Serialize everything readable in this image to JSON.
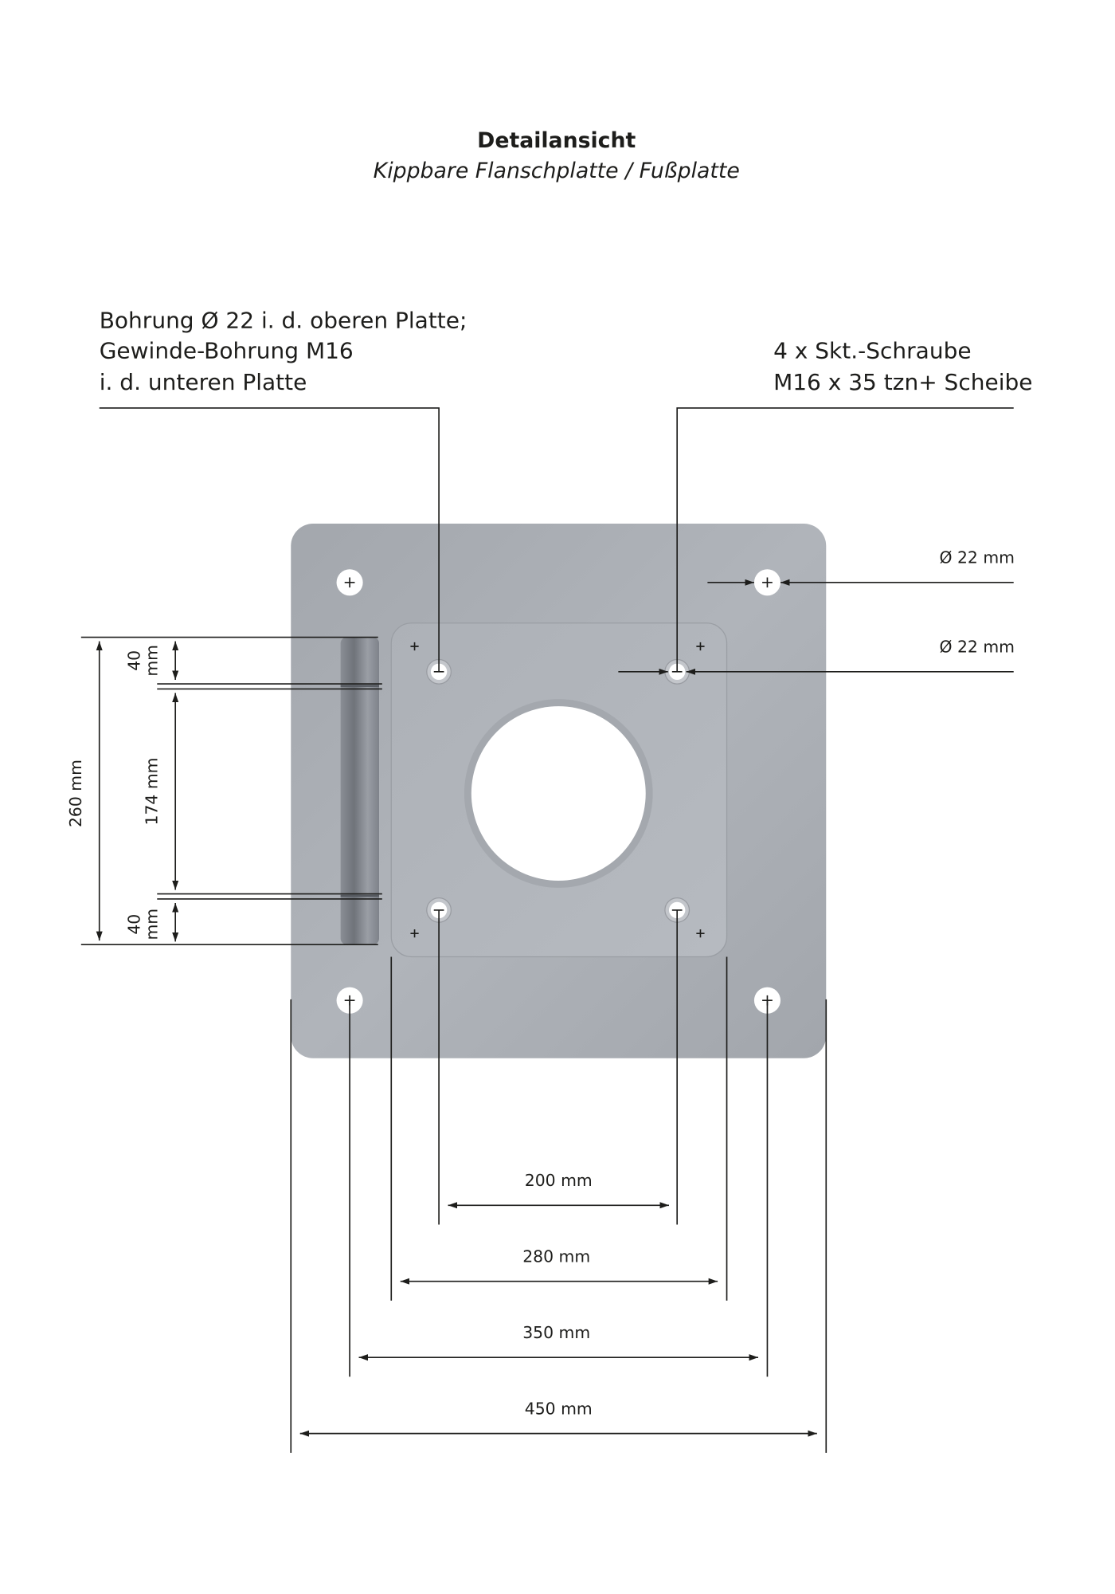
{
  "header": {
    "title": "Detailansicht",
    "subtitle": "Kippbare Flanschplatte / Fußplatte"
  },
  "annotations": {
    "left": [
      "Bohrung Ø 22 i. d. oberen Platte;",
      "Gewinde-Bohrung M16",
      "i. d. unteren Platte"
    ],
    "right": [
      "4 x Skt.-Schraube",
      "M16 x 35 tzn+ Scheibe"
    ]
  },
  "dimensions": {
    "hole_outer": "Ø 22 mm",
    "hole_inner": "Ø 22 mm",
    "hinge_total": "260 mm",
    "hinge_middle": "174 mm",
    "hinge_top_value": "40",
    "hinge_top_unit": "mm",
    "hinge_bottom_value": "40",
    "hinge_bottom_unit": "mm",
    "width_200": "200 mm",
    "width_280": "280 mm",
    "width_350": "350 mm",
    "width_450": "450 mm"
  },
  "colors": {
    "plate": "#a7abb1",
    "upper_plate": "#b1b5bb",
    "line": "#1d1d1b"
  }
}
